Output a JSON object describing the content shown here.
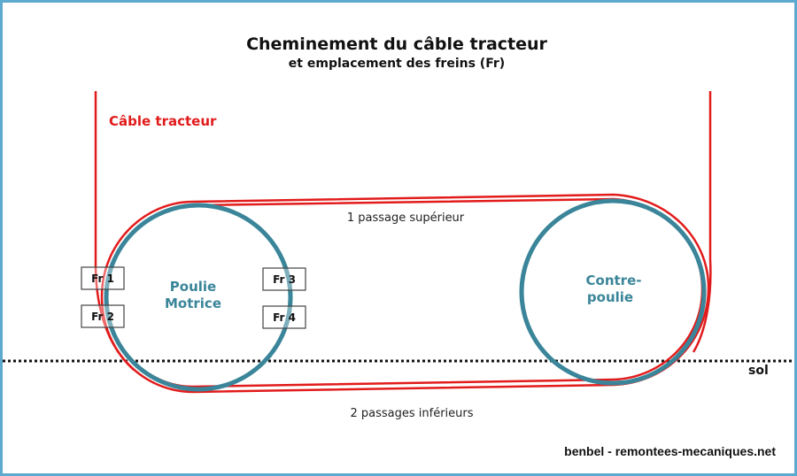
{
  "title": "Cheminement du câble tracteur",
  "subtitle": "et emplacement des freins (Fr)",
  "cable_label": "Câble tracteur",
  "drive_pulley": {
    "line1": "Poulie",
    "line2": "Motrice"
  },
  "return_pulley": {
    "line1": "Contre-",
    "line2": "poulie"
  },
  "upper_passage": "1 passage supérieur",
  "lower_passages": "2 passages inférieurs",
  "ground_label": "sol",
  "brakes": [
    {
      "label": "Fr 1"
    },
    {
      "label": "Fr 2"
    },
    {
      "label": "Fr 3"
    },
    {
      "label": "Fr 4"
    }
  ],
  "credit": "benbel - remontees-mecaniques.net",
  "colors": {
    "cable": "#e21b1b",
    "pulley": "#3a8599",
    "pulley_text": "#3a8599",
    "ground": "#111111",
    "frame": "#5da9cf"
  }
}
